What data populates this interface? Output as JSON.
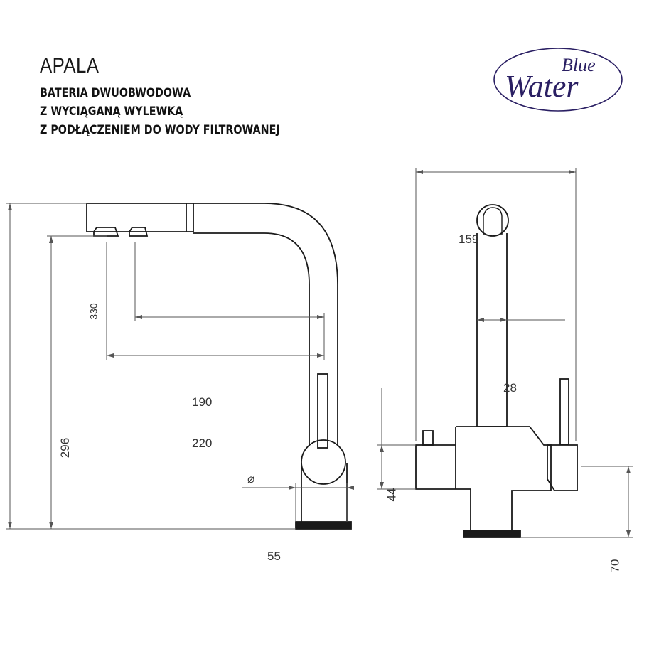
{
  "header": {
    "title": "APALA",
    "lines": [
      "BATERIA DWUOBWODOWA",
      "Z WYCIĄGANĄ WYLEWKĄ",
      "Z PODŁĄCZENIEM DO WODY FILTROWANEJ"
    ]
  },
  "logo": {
    "line1": "Blue",
    "line2": "Water"
  },
  "colors": {
    "outline": "#1a1a1a",
    "dimension": "#555555",
    "logo": "#2a1f63"
  },
  "dimensions": {
    "d296": "296",
    "d330": "330",
    "d190": "190",
    "d220": "220",
    "d55": "55",
    "diameter": "⌀",
    "d159": "159",
    "d28": "28",
    "d44": "44",
    "d70": "70"
  }
}
